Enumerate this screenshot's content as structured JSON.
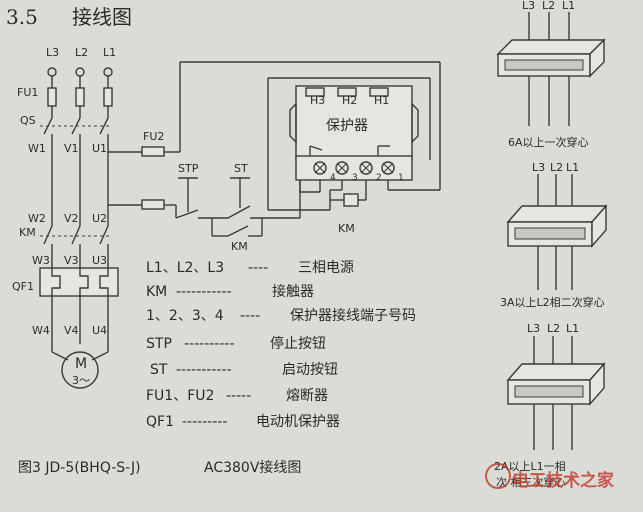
{
  "section": {
    "number": "3.5",
    "title": "接线图"
  },
  "phases": {
    "l3": "L3",
    "l2": "L2",
    "l1": "L1"
  },
  "labels": {
    "fu1": "FU1",
    "qs": "QS",
    "fu2": "FU2",
    "w1": "W1",
    "v1": "V1",
    "u1": "U1",
    "w2": "W2",
    "v2": "V2",
    "u2": "U2",
    "km": "KM",
    "w3": "W3",
    "v3": "V3",
    "u3": "U3",
    "qf1": "QF1",
    "w4": "W4",
    "v4": "V4",
    "u4": "U4",
    "motor_m": "M",
    "motor_3": "3～",
    "stp": "STP",
    "st": "ST",
    "km_contact": "KM",
    "km_coil": "KM"
  },
  "protector": {
    "h3": "H3",
    "h2": "H2",
    "h1": "H1",
    "name": "保护器",
    "t4": "4",
    "t3": "3",
    "t2": "2",
    "t1": "1"
  },
  "legend": [
    {
      "key": "L1、L2、L3",
      "dash": "----",
      "desc": "三相电源"
    },
    {
      "key": "KM",
      "dash": "-----------",
      "desc": "接触器"
    },
    {
      "key": "1、2、3、4",
      "dash": "----",
      "desc": "保护器接线端子号码"
    },
    {
      "key": "STP",
      "dash": "----------",
      "desc": "停止按钮"
    },
    {
      "key": "ST",
      "dash": "-----------",
      "desc": "启动按钮"
    },
    {
      "key": "FU1、FU2",
      "dash": "-----",
      "desc": "熔断器"
    },
    {
      "key": "QF1",
      "dash": "---------",
      "desc": "电动机保护器"
    }
  ],
  "caption": {
    "fig": "图3 JD-5(BHQ-S-J)",
    "title": "AC380V接线图"
  },
  "right": {
    "top_labels": {
      "l3": "L3",
      "l2": "L2",
      "l1": "L1"
    },
    "cap1": "6A以上一次穿心",
    "mid_labels": {
      "l3": "L3",
      "l2": "L2",
      "l1": "L1"
    },
    "cap2": "3A以上L2相二次穿心",
    "bot_labels": {
      "l3": "L3",
      "l2": "L2",
      "l1": "L1"
    },
    "cap3": "2A以上L1一相",
    "cap3b": "次 相三次穿心"
  },
  "watermark": "电工技术之家"
}
